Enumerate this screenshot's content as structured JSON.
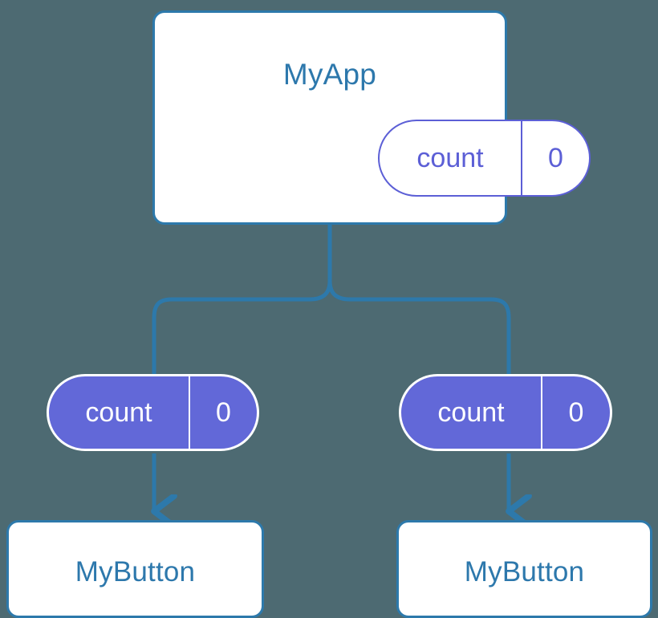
{
  "diagram": {
    "title": "MyApp",
    "background_color": "#4d6a72",
    "accent_line_color": "#2d79ab",
    "component_text_color": "#2d78ac",
    "state_color": "#5c5fd6",
    "prop_fill_color": "#6268d8",
    "prop_text_color": "#ffffff"
  },
  "root": {
    "name": "MyApp",
    "state": {
      "key": "count",
      "value": "0"
    }
  },
  "children": [
    {
      "name": "MyButton",
      "prop": {
        "key": "count",
        "value": "0"
      }
    },
    {
      "name": "MyButton",
      "prop": {
        "key": "count",
        "value": "0"
      }
    }
  ],
  "connectors": {
    "root_to_branch": "vertical-line",
    "branch_split": "curved-fork",
    "prop_to_child": "arrow-down"
  }
}
